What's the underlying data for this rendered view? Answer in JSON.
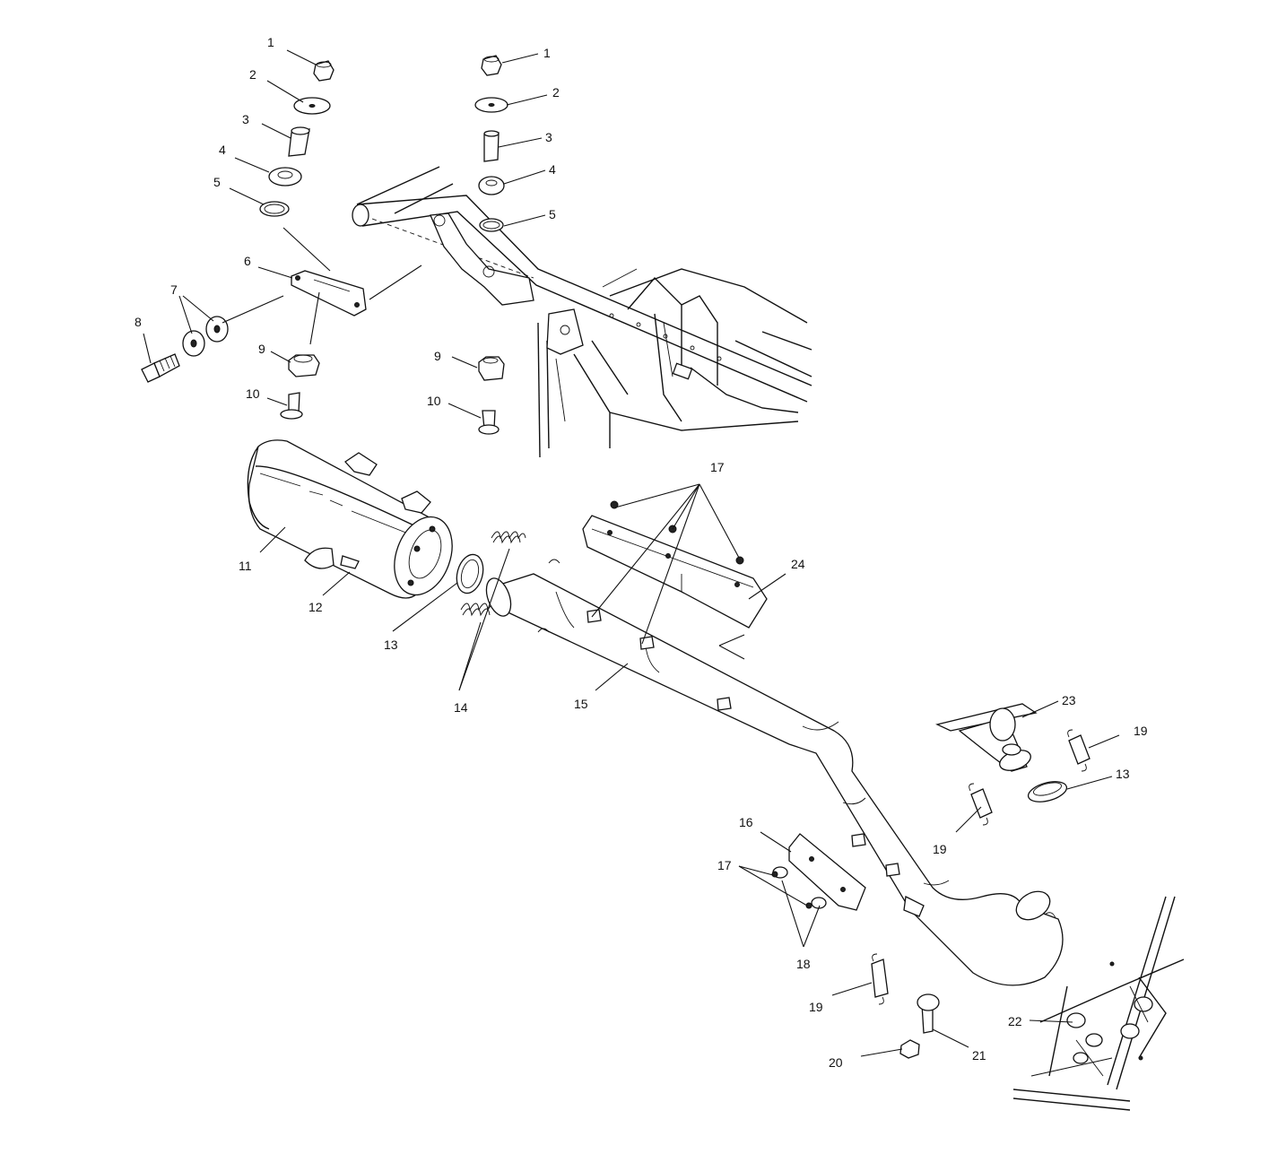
{
  "diagram": {
    "callouts": [
      {
        "id": "c1a",
        "label": "1"
      },
      {
        "id": "c1b",
        "label": "1"
      },
      {
        "id": "c2a",
        "label": "2"
      },
      {
        "id": "c2b",
        "label": "2"
      },
      {
        "id": "c3a",
        "label": "3"
      },
      {
        "id": "c3b",
        "label": "3"
      },
      {
        "id": "c4a",
        "label": "4"
      },
      {
        "id": "c4b",
        "label": "4"
      },
      {
        "id": "c5a",
        "label": "5"
      },
      {
        "id": "c5b",
        "label": "5"
      },
      {
        "id": "c6",
        "label": "6"
      },
      {
        "id": "c7",
        "label": "7"
      },
      {
        "id": "c8",
        "label": "8"
      },
      {
        "id": "c9a",
        "label": "9"
      },
      {
        "id": "c9b",
        "label": "9"
      },
      {
        "id": "c10a",
        "label": "10"
      },
      {
        "id": "c10b",
        "label": "10"
      },
      {
        "id": "c11",
        "label": "11"
      },
      {
        "id": "c12",
        "label": "12"
      },
      {
        "id": "c13a",
        "label": "13"
      },
      {
        "id": "c13b",
        "label": "13"
      },
      {
        "id": "c14",
        "label": "14"
      },
      {
        "id": "c15",
        "label": "15"
      },
      {
        "id": "c16",
        "label": "16"
      },
      {
        "id": "c17a",
        "label": "17"
      },
      {
        "id": "c17b",
        "label": "17"
      },
      {
        "id": "c18",
        "label": "18"
      },
      {
        "id": "c19a",
        "label": "19"
      },
      {
        "id": "c19b",
        "label": "19"
      },
      {
        "id": "c19c",
        "label": "19"
      },
      {
        "id": "c20",
        "label": "20"
      },
      {
        "id": "c21",
        "label": "21"
      },
      {
        "id": "c22",
        "label": "22"
      },
      {
        "id": "c23",
        "label": "23"
      },
      {
        "id": "c24",
        "label": "24"
      }
    ]
  }
}
